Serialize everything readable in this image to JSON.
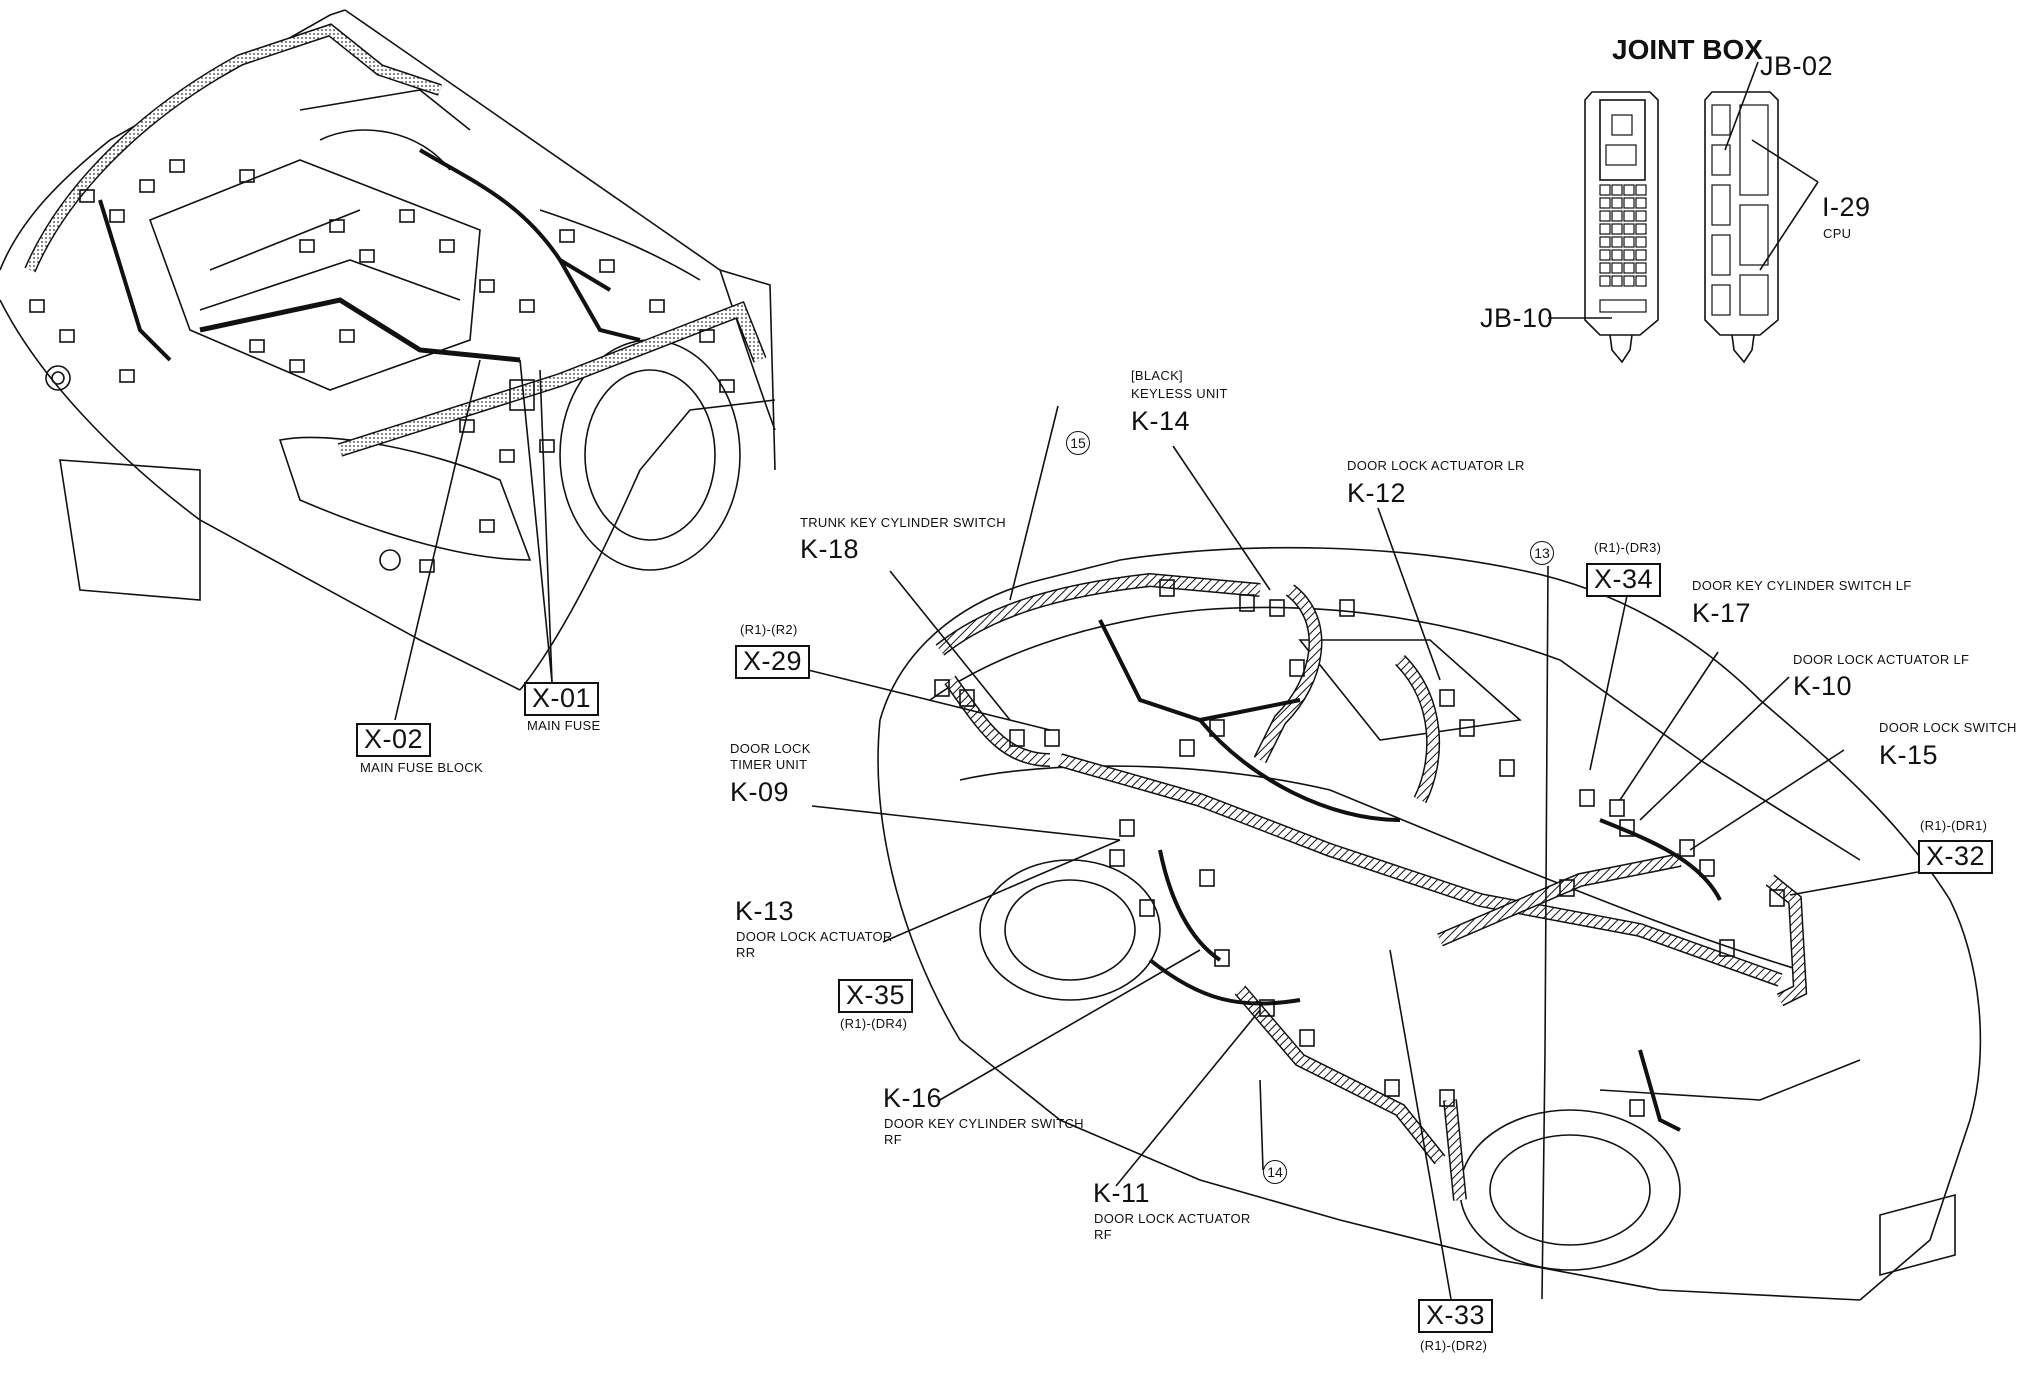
{
  "joint_box": {
    "title": "JOINT BOX",
    "jb02": "JB-02",
    "i29": "I-29",
    "cpu": "CPU",
    "jb10": "JB-10"
  },
  "engine_bay": {
    "x02": "X-02",
    "x02_desc": "MAIN FUSE BLOCK",
    "x01": "X-01",
    "x01_desc": "MAIN FUSE"
  },
  "body_harness": {
    "k14_color": "[BLACK]",
    "k14_desc": "KEYLESS UNIT",
    "k14": "K-14",
    "circle15": "15",
    "k12_desc": "DOOR LOCK ACTUATOR LR",
    "k12": "K-12",
    "k18_desc": "TRUNK KEY CYLINDER SWITCH",
    "k18": "K-18",
    "x34_code": "(R1)-(DR3)",
    "x34": "X-34",
    "circle13": "13",
    "k17_desc": "DOOR KEY CYLINDER SWITCH LF",
    "k17": "K-17",
    "x29_code": "(R1)-(R2)",
    "x29": "X-29",
    "k10_desc": "DOOR LOCK ACTUATOR LF",
    "k10": "K-10",
    "k09_desc1": "DOOR LOCK",
    "k09_desc2": "TIMER UNIT",
    "k09": "K-09",
    "k15_desc": "DOOR LOCK SWITCH",
    "k15": "K-15",
    "x32_code": "(R1)-(DR1)",
    "x32": "X-32",
    "k13": "K-13",
    "k13_desc1": "DOOR LOCK ACTUATOR",
    "k13_desc2": "RR",
    "x35": "X-35",
    "x35_code": "(R1)-(DR4)",
    "k16": "K-16",
    "k16_desc1": "DOOR KEY CYLINDER SWITCH",
    "k16_desc2": "RF",
    "circle14": "14",
    "k11": "K-11",
    "k11_desc1": "DOOR LOCK ACTUATOR",
    "k11_desc2": "RF",
    "x33": "X-33",
    "x33_code": "(R1)-(DR2)"
  }
}
